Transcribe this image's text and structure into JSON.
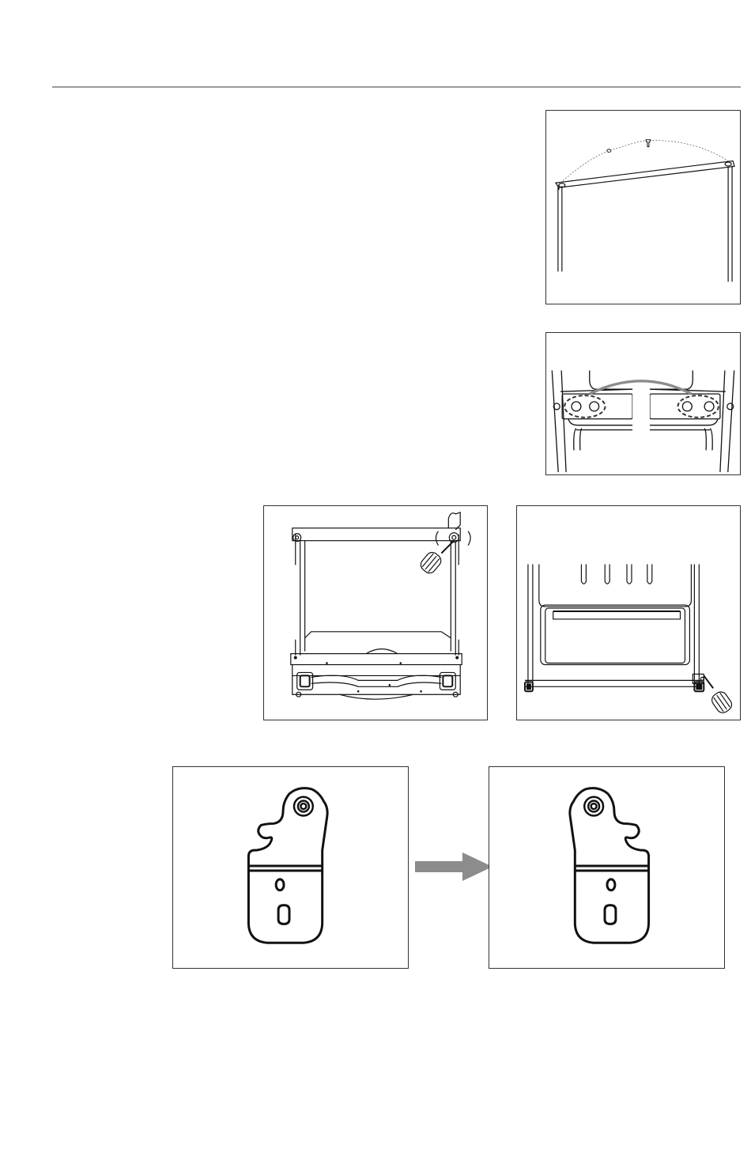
{
  "page": {
    "rule_color": "#9a9a9a",
    "line_color": "#111111",
    "accent_gray": "#8c8c8c"
  },
  "figures": [
    {
      "id": "hinge-cover-removal",
      "icon": "top-cover-lift-illustration"
    },
    {
      "id": "hole-caps-swap",
      "icon": "hole-caps-illustration"
    },
    {
      "id": "top-hinge-unscrew",
      "icon": "cabinet-back-screwdriver-illustration"
    },
    {
      "id": "bottom-hinge-unscrew",
      "icon": "cabinet-front-screwdriver-illustration"
    },
    {
      "id": "hinge-bracket-original",
      "icon": "hinge-bracket-left-illustration"
    },
    {
      "id": "hinge-bracket-reversed",
      "icon": "hinge-bracket-right-illustration"
    }
  ],
  "arrow": {
    "icon": "right-arrow-icon",
    "color": "#8c8c8c"
  }
}
